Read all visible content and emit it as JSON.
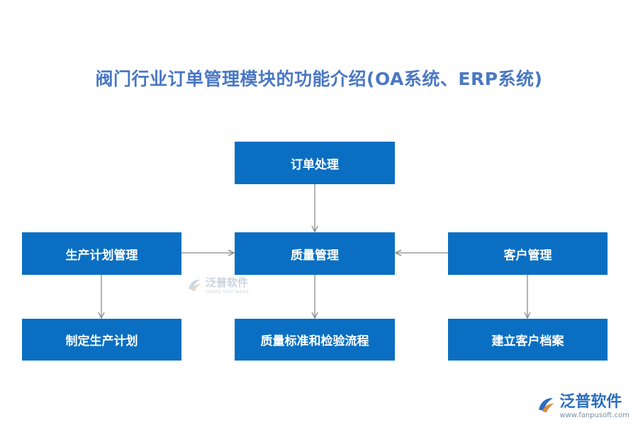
{
  "title": "阀门行业订单管理模块的功能介绍(OA系统、ERP系统)",
  "nodes": {
    "order": "订单处理",
    "quality": "质量管理",
    "production_plan": "生产计划管理",
    "customer": "客户管理",
    "make_plan": "制定生产计划",
    "quality_std": "质量标准和检验流程",
    "customer_file": "建立客户档案"
  },
  "watermark": {
    "brand": "泛普软件",
    "sub": "FANPU SOFTWARE",
    "url": "www.fanpusoft.com"
  },
  "colors": {
    "title": "#4a78c4",
    "box": "#0a6fc2",
    "arrow": "#888888"
  }
}
